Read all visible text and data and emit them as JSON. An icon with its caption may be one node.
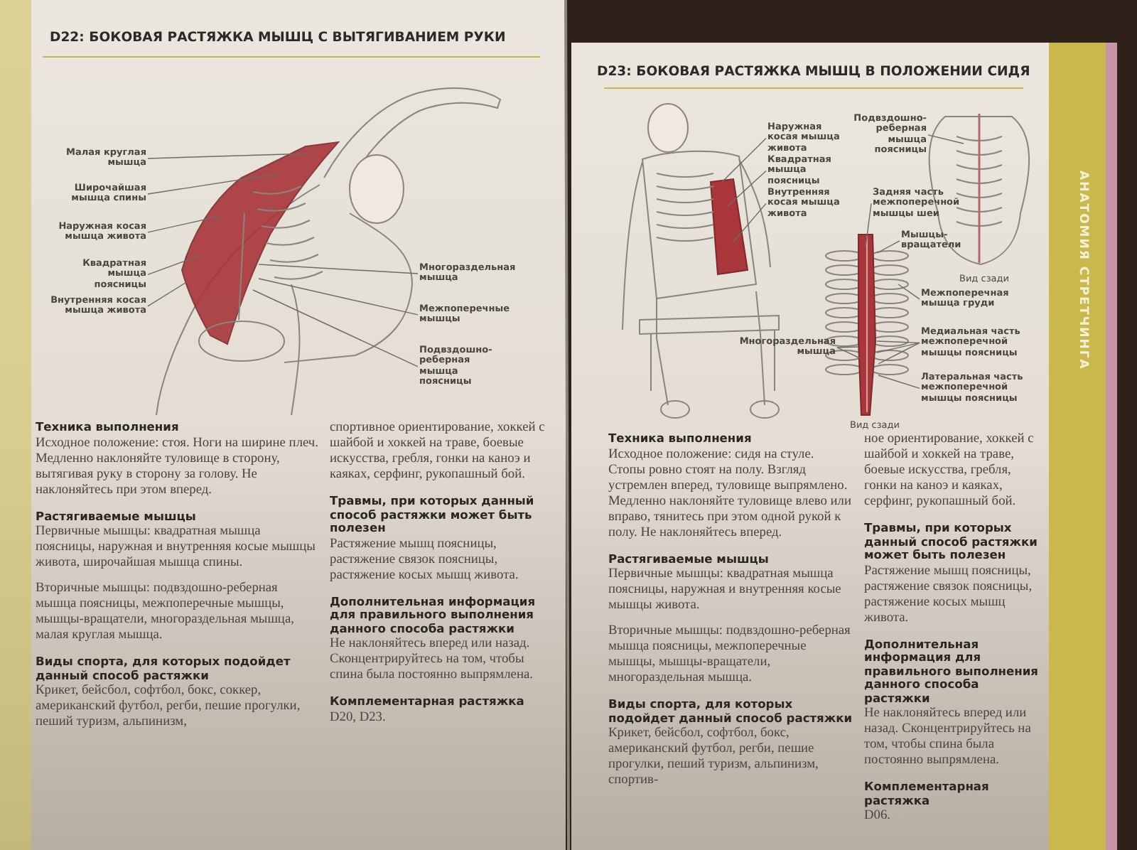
{
  "diagram": {
    "nodes": [
      {
        "text": [
          "Малая круглая мышца"
        ]
      },
      {
        "text": [
          "Широчайшая мышца спины"
        ]
      },
      {
        "text": [
          "Наружная косая мышца живота"
        ]
      },
      {
        "text": [
          "Квадратная мышца поясницы"
        ]
      },
      {
        "text": [
          "Внутренняя косая мышца живота"
        ]
      },
      {
        "text": [
          "Многораздельная мышца"
        ]
      },
      {
        "text": [
          "Межпоперечные мышцы"
        ]
      },
      {
        "text": [
          "Подвздошно-реберная мышца поясницы"
        ]
      },
      {
        "text": [
          "Наружная косая мышца живота"
        ]
      },
      {
        "text": [
          "Квадратная мышца поясницы"
        ]
      },
      {
        "text": [
          "Внутренняя косая мышца живота"
        ]
      },
      {
        "text": [
          "Подвздошно-реберная мышца поясницы"
        ]
      },
      {
        "text": [
          "Задняя часть межпоперечной мышцы шеи"
        ]
      },
      {
        "text": [
          "Мышцы-вращатели"
        ]
      },
      {
        "text": [
          "Межпоперечная мышца груди"
        ]
      },
      {
        "text": [
          "Многораздельная мышца"
        ]
      },
      {
        "text": [
          "Медиальная часть межпоперечной мышцы поясницы"
        ]
      },
      {
        "text": [
          "Латеральная часть межпоперечной мышцы поясницы"
        ]
      }
    ],
    "edges": [
      {
        "from": 0,
        "to": null,
        "arrow": "none"
      },
      {
        "from": 1,
        "to": null,
        "arrow": "none"
      },
      {
        "from": 2,
        "to": null,
        "arrow": "none"
      },
      {
        "from": 3,
        "to": null,
        "arrow": "none"
      },
      {
        "from": 4,
        "to": null,
        "arrow": "none"
      },
      {
        "from": 5,
        "to": null,
        "arrow": "none"
      },
      {
        "from": 6,
        "to": null,
        "arrow": "none"
      },
      {
        "from": 7,
        "to": null,
        "arrow": "none"
      },
      {
        "from": 8,
        "to": null,
        "arrow": "none"
      },
      {
        "from": 9,
        "to": null,
        "arrow": "none"
      },
      {
        "from": 10,
        "to": null,
        "arrow": "none"
      },
      {
        "from": 11,
        "to": null,
        "arrow": "none"
      },
      {
        "from": 12,
        "to": null,
        "arrow": "none"
      },
      {
        "from": 13,
        "to": null,
        "arrow": "none"
      },
      {
        "from": 14,
        "to": null,
        "arrow": "none"
      },
      {
        "from": 15,
        "to": null,
        "arrow": "none"
      },
      {
        "from": 15,
        "to": null,
        "arrow": "none"
      },
      {
        "from": 16,
        "to": null,
        "arrow": "none"
      },
      {
        "from": 16,
        "to": null,
        "arrow": "none"
      },
      {
        "from": 16,
        "to": null,
        "arrow": "none"
      },
      {
        "from": 17,
        "to": null,
        "arrow": "none"
      }
    ],
    "labels": [
      "D22: БОКОВАЯ РАСТЯЖКА МЫШЦ С ВЫТЯГИВАНИЕМ РУКИ",
      "Техника выполнения",
      "Исходное положение: стоя. Ноги на ширине плеч. Медленно наклоняйте туловище в сторону, вытягивая руку в сторону за голову. Не наклоняйтесь при этом вперед.",
      "Растягиваемые мышцы",
      "Первичные мышцы: квадратная мышца поясницы, наружная и внутренняя косые мышцы живота, широчайшая мышца спины.",
      "Вторичные мышцы: подвздошно-реберная мышца поясницы, межпоперечные мышцы, мышцы-вращатели, многораздельная мышца, малая круглая мышца.",
      "Виды спорта, для которых подойдет данный способ растяжки",
      "Крикет, бейсбол, софтбол, бокс, соккер, американский футбол, регби, пешие прогулки, пеший туризм, альпинизм,",
      "спортивное ориентирование, хоккей с шайбой и хоккей на траве, боевые искусства, гребля, гонки на каноэ и каяках, серфинг, рукопашный бой.",
      "Травмы, при которых данный способ растяжки может быть полезен",
      "Растяжение мышц поясницы, растяжение связок поясницы, растяжение косых мышц живота.",
      "Дополнительная информация для правильного выполнения данного способа растяжки",
      "Не наклоняйтесь вперед или назад. Сконцентрируйтесь на том, чтобы спина была постоянно выпрямлена.",
      "Комплементарная растяжка",
      "D20, D23.",
      "D23: БОКОВАЯ РАСТЯЖКА МЫШЦ В ПОЛОЖЕНИИ СИДЯ",
      "Вид сзади",
      "Вид сзади",
      "Техника выполнения",
      "Исходное положение: сидя на стуле. Стопы ровно стоят на полу. Взгляд устремлен вперед, туловище выпрямлено. Медленно наклоняйте туловище влево или вправо, тянитесь при этом одной рукой к полу. Не наклоняйтесь вперед.",
      "Растягиваемые мышцы",
      "Первичные мышцы: квадратная мышца поясницы, наружная и внутренняя косые мышцы живота.",
      "Вторичные мышцы: подвздошно-реберная мышца поясницы, межпоперечные мышцы, мышцы-вращатели, многораздельная мышца.",
      "Виды спорта, для которых подойдет данный способ растяжки",
      "Крикет, бейсбол, софтбол, бокс, американский футбол, регби, пешие прогулки, пеший туризм, альпинизм, спортив-",
      "ное ориентирование, хоккей с шайбой и хоккей на траве, боевые искусства, гребля, гонки на каноэ и каяках, серфинг, рукопашный бой.",
      "Травмы, при которых данный способ растяжки может быть полезен",
      "Растяжение мышц поясницы, растяжение связок поясницы, растяжение косых мышц живота.",
      "Дополнительная информация для правильного выполнения данного способа растяжки",
      "Не наклоняйтесь вперед или назад. Сконцентрируйтесь на том, чтобы спина была постоянно выпрямлена.",
      "Комплементарная растяжка",
      "D06.",
      "АНАТОМИЯ СТРЕТЧИНГА"
    ]
  }
}
